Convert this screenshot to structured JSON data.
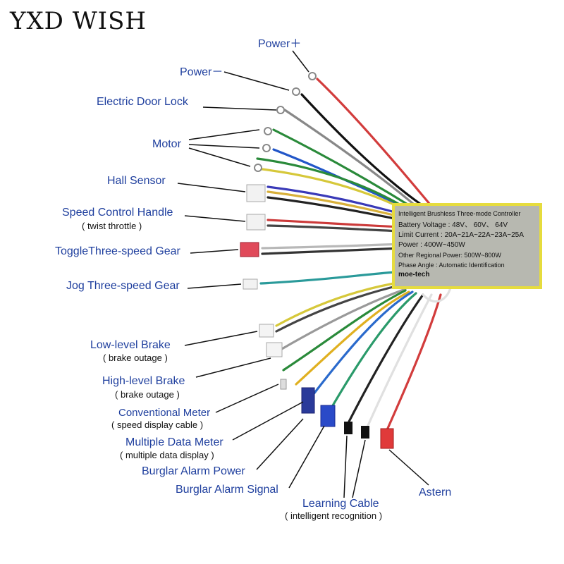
{
  "brand": "YXD WISH",
  "labels": {
    "power_plus": "Power＋",
    "power_minus": "Power－",
    "door_lock": "Electric Door Lock",
    "motor": "Motor",
    "hall": "Hall Sensor",
    "speed_handle": "Speed Control Handle",
    "speed_handle_sub": "( twist throttle )",
    "toggle_gear": "ToggleThree-speed Gear",
    "jog_gear": "Jog Three-speed Gear",
    "low_brake": "Low-level Brake",
    "low_brake_sub": "( brake outage )",
    "high_brake": "High-level Brake",
    "high_brake_sub": "( brake outage )",
    "conv_meter": "Conventional Meter",
    "conv_meter_sub": "( speed display cable )",
    "multi_meter": "Multiple Data Meter",
    "multi_meter_sub": "( multiple data display )",
    "alarm_power": "Burglar Alarm Power",
    "alarm_signal": "Burglar Alarm Signal",
    "learning": "Learning Cable",
    "learning_sub": "( intelligent  recognition )",
    "astern": "Astern"
  },
  "controller": {
    "title": "Intelligent Brushless Three-mode Controller",
    "voltage": "Battery Voltage : 48V、 60V、 64V",
    "current": "Limit Current : 20A~21A~22A~23A~25A",
    "power": "Power : 400W~450W",
    "regional": "Other Regional Power:  500W~800W",
    "phase": "Phase Angle : Automatic Identification",
    "maker": "moe-tech"
  },
  "colors": {
    "label": "#1f3f9e",
    "panel": "#b7b8b0",
    "panel_border": "#e6dc3e"
  }
}
